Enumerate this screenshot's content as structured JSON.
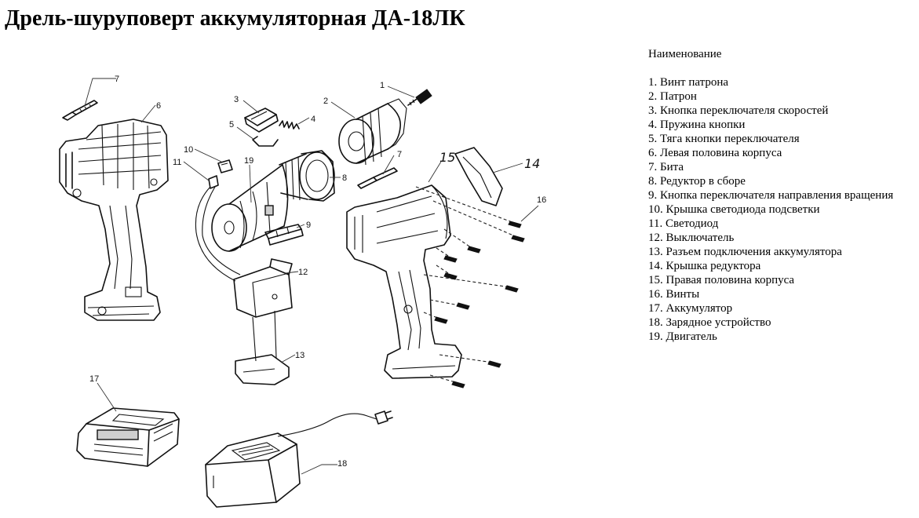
{
  "title": "Дрель-шуруповерт аккумуляторная ДА-18ЛК",
  "legend": {
    "heading": "Наименование",
    "items": [
      "1. Винт патрона",
      "2. Патрон",
      "3. Кнопка переключателя скоростей",
      "4. Пружина кнопки",
      "5. Тяга кнопки переключателя",
      "6. Левая половина корпуса",
      "7. Бита",
      "8. Редуктор в сборе",
      "9. Кнопка переключателя направления вращения",
      "10. Крышка светодиода подсветки",
      "11. Светодиод",
      "12. Выключатель",
      "13. Разъем подключения аккумулятора",
      "14. Крышка редуктора",
      "15. Правая половина корпуса",
      "16. Винты",
      "17. Аккумулятор",
      "18. Зарядное устройство",
      "19. Двигатель"
    ]
  },
  "callouts": {
    "c1": "1",
    "c2": "2",
    "c3": "3",
    "c4": "4",
    "c5": "5",
    "c6": "6",
    "c7a": "7",
    "c7b": "7",
    "c8": "8",
    "c9": "9",
    "c10": "10",
    "c11": "11",
    "c12": "12",
    "c13": "13",
    "c14": "14",
    "c15": "15",
    "c16": "16",
    "c17": "17",
    "c18": "18",
    "c19": "19"
  }
}
